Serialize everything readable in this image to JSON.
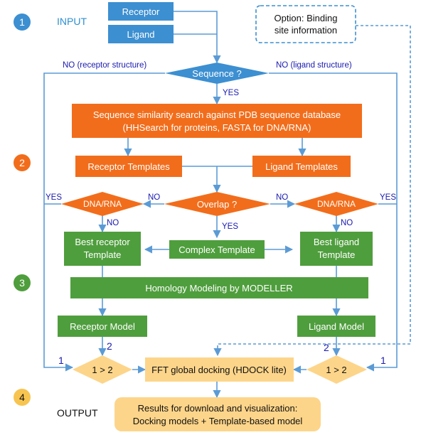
{
  "steps": {
    "s1": "1",
    "s2": "2",
    "s3": "3",
    "s4": "4"
  },
  "labels": {
    "input": "INPUT",
    "output": "OUTPUT"
  },
  "nodes": {
    "receptor": "Receptor",
    "ligand": "Ligand",
    "option_line1": "Option: Binding",
    "option_line2": "site information",
    "sequence": "Sequence ?",
    "search_line1": "Sequence similarity search against PDB sequence database",
    "search_line2": "(HHSearch for proteins, FASTA for DNA/RNA)",
    "receptor_templates": "Receptor Templates",
    "ligand_templates": "Ligand Templates",
    "dnarna_left": "DNA/RNA",
    "overlap": "Overlap ?",
    "dnarna_right": "DNA/RNA",
    "best_receptor_line1": "Best receptor",
    "best_receptor_line2": "Template",
    "complex_template": "Complex Template",
    "best_ligand_line1": "Best ligand",
    "best_ligand_line2": "Template",
    "modeller": "Homology Modeling by MODELLER",
    "receptor_model": "Receptor Model",
    "ligand_model": "Ligand Model",
    "choose_left": "1 > 2",
    "fft": "FFT global docking (HDOCK lite)",
    "choose_right": "1 > 2",
    "results_line1": "Results for download and visualization:",
    "results_line2": "Docking models + Template-based model"
  },
  "edge_labels": {
    "no_receptor": "NO (receptor structure)",
    "no_ligand": "NO (ligand structure)",
    "yes_seq": "YES",
    "yes_left": "YES",
    "no_left": "NO",
    "no_right": "NO",
    "yes_right": "YES",
    "no_dna_left": "NO",
    "yes_overlap": "YES",
    "no_dna_right": "NO",
    "num_1_left": "1",
    "num_2_left": "2",
    "num_2_right": "2",
    "num_1_right": "1"
  },
  "colors": {
    "blue": "#3c8fd1",
    "orange": "#f26d1b",
    "green": "#4f9e3d",
    "yellow": "#fdd58a",
    "arrow": "#5b9bd5",
    "step4": "#f7c450"
  }
}
